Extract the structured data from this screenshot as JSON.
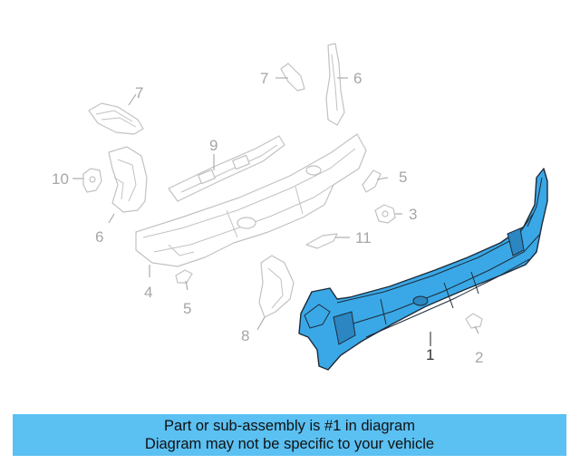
{
  "callouts": {
    "c1": "1",
    "c2": "2",
    "c3": "3",
    "c4": "4",
    "c5a": "5",
    "c5b": "5",
    "c6a": "6",
    "c6b": "6",
    "c7a": "7",
    "c7b": "7",
    "c8": "8",
    "c9": "9",
    "c10": "10",
    "c11": "11"
  },
  "banner": {
    "line1": "Part or sub-assembly is #1 in diagram",
    "line2": "Diagram may not be specific to your vehicle"
  },
  "colors": {
    "highlight_part": "#3aa8e6",
    "banner_background": "#5bc0f2",
    "ghost_parts": "#c2c2c2"
  }
}
